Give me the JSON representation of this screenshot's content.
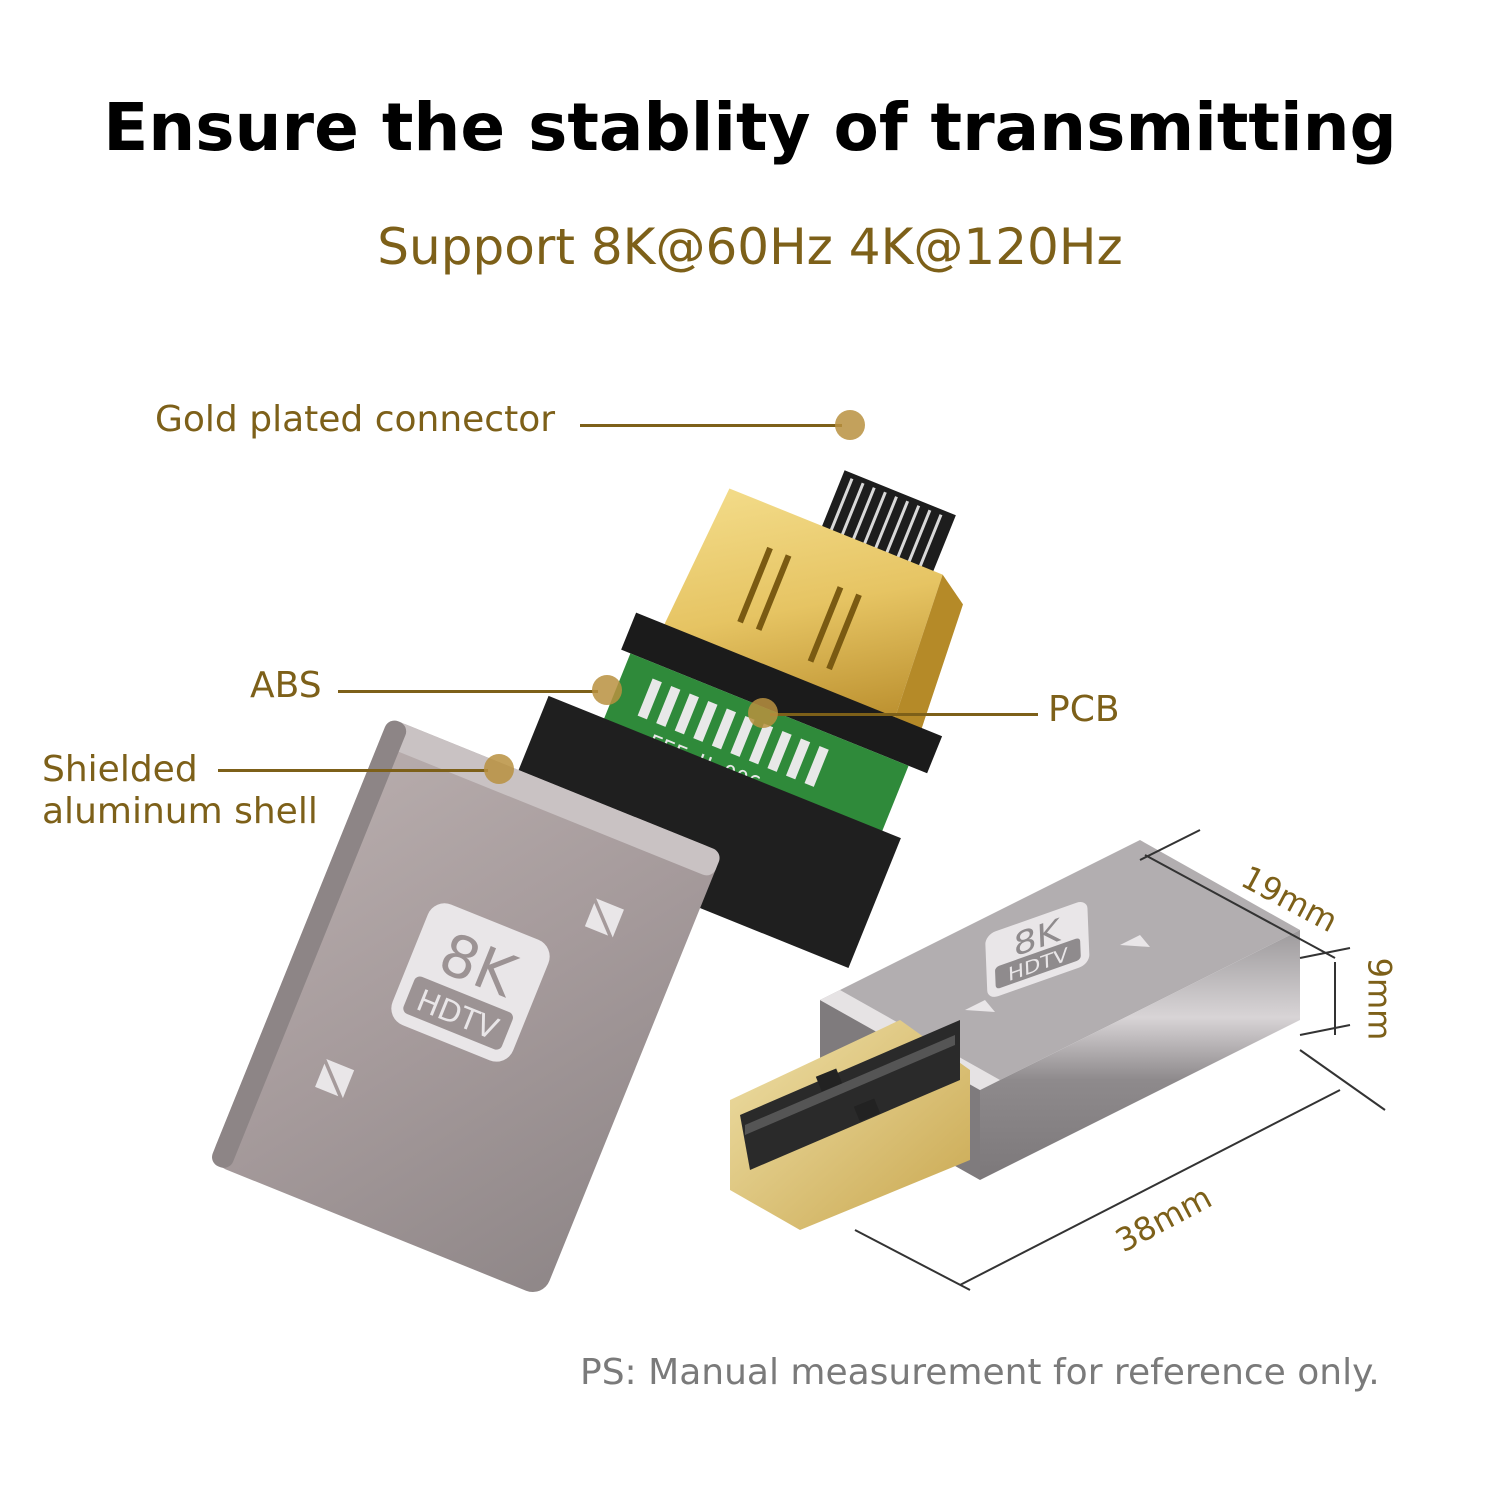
{
  "header": {
    "title": "Ensure the stablity of transmitting",
    "subtitle": "Support 8K@60Hz 4K@120Hz"
  },
  "callouts": [
    {
      "id": "gold",
      "label": "Gold plated connector"
    },
    {
      "id": "abs",
      "label": "ABS"
    },
    {
      "id": "pcb",
      "label": "PCB"
    },
    {
      "id": "shell",
      "label_line1": "Shielded",
      "label_line2": "aluminum shell"
    }
  ],
  "product": {
    "badge_top": "8K",
    "badge_bottom": "HDTV",
    "pcb_marking": "FEF-H-006"
  },
  "dimensions": {
    "width": "19mm",
    "height": "9mm",
    "length": "38mm"
  },
  "footer": {
    "note": "PS: Manual measurement for reference only."
  },
  "colors": {
    "accent_gold": "#7d6019",
    "title_black": "#000000",
    "note_gray": "#7a7a7a",
    "shell_gray": "#a89e9e",
    "pcb_green": "#2f8a3a"
  }
}
